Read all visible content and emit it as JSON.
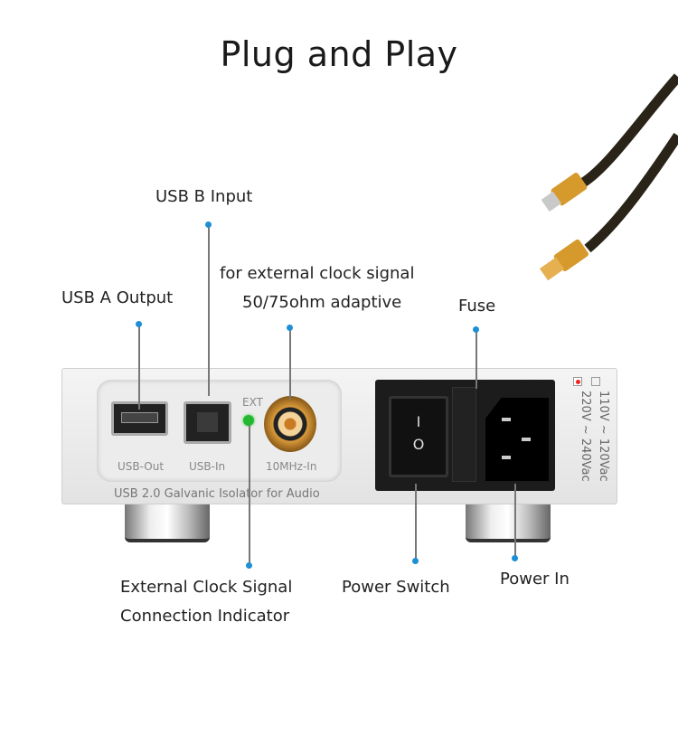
{
  "title": "Plug and Play",
  "callouts": {
    "usb_b": "USB B Input",
    "usb_a": "USB A Output",
    "clock_1": "for external clock signal",
    "clock_2": "50/75ohm adaptive",
    "fuse": "Fuse",
    "indicator_1": "External Clock Signal",
    "indicator_2": "Connection Indicator",
    "power_switch": "Power Switch",
    "power_in": "Power In"
  },
  "device": {
    "usb_out": "USB-Out",
    "usb_in": "USB-In",
    "ext": "EXT",
    "bnc": "10MHz-In",
    "name": "USB 2.0 Galvanic Isolator for Audio",
    "voltage_1": "110V ~ 120Vac",
    "voltage_2": "220V ~ 240Vac",
    "switch_on": "I",
    "switch_off": "O"
  },
  "colors": {
    "dot": "#1e8fd6",
    "led": "#22b830",
    "bnc": "#d99a3a"
  }
}
